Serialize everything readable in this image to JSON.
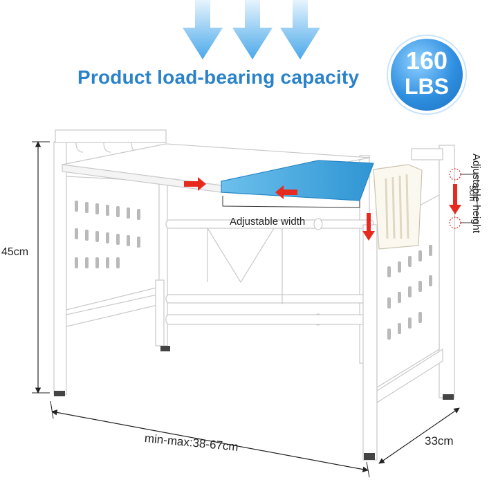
{
  "headline": "Product load-bearing capacity",
  "badge": {
    "value": "160",
    "unit": "LBS"
  },
  "labels": {
    "adjustable_width": "Adjustable width",
    "adjustable_height": "Adjustable height",
    "height_step": "5cm",
    "height": "45cm",
    "length_range": "min-max:38-67cm",
    "depth": "33cm"
  },
  "colors": {
    "headline": "#2a82c9",
    "arrow_blue": "#5fb3ef",
    "shelf_blue": "#3da6df",
    "indicator_red": "#e62b1e",
    "frame": "#ffffff",
    "outline": "#c9c9c9"
  },
  "icons": [
    "down-arrow-icon",
    "red-arrow-icon",
    "dimension-line"
  ]
}
